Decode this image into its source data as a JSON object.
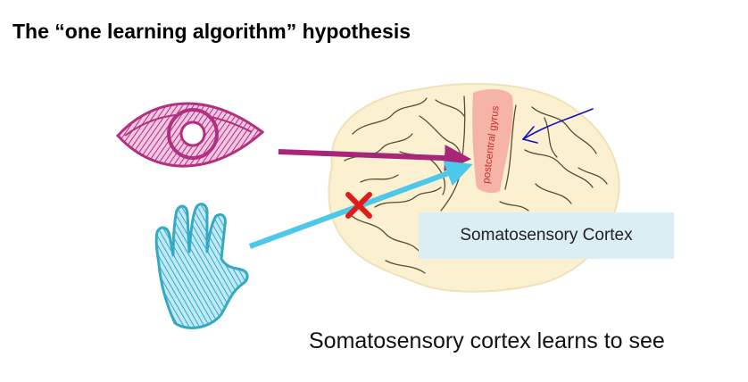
{
  "title": "The “one learning algorithm” hypothesis",
  "brain": {
    "gyrus_label": "postcentral gyrus",
    "region_label": "Somatosensory Cortex"
  },
  "caption": "Somatosensory cortex learns to see",
  "colors": {
    "eye": "#b2307f",
    "hand": "#3fbcd6",
    "eye_arrow": "#a8267a",
    "hand_arrow": "#4cc8ea",
    "blocked_mark": "#e11b1b",
    "pointer_arrow": "#1010c8",
    "brain_fill": "#fbf0cf",
    "gyrus_highlight": "#f5a9a0"
  },
  "icons": [
    "eye-icon",
    "hand-icon",
    "brain-image",
    "blocked-x-icon"
  ]
}
